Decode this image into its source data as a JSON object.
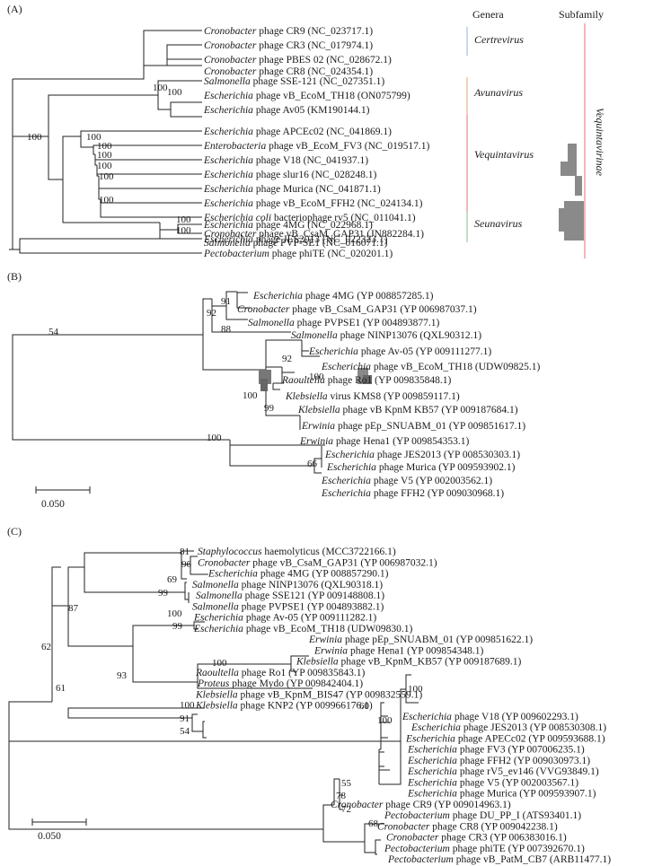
{
  "panel_a": {
    "label": "(A)",
    "col_genera": "Genera",
    "col_subfamily": "Subfamily",
    "subfamily_name": "Vequintavirinae",
    "taxa": [
      {
        "g": "Cronobacter",
        "r": " phage CR9 (NC_023717.1)"
      },
      {
        "g": "Cronobacter",
        "r": " phage CR3 (NC_017974.1)"
      },
      {
        "g": "Cronobacter",
        "r": " phage PBES 02 (NC_028672.1)"
      },
      {
        "g": "Cronobacter",
        "r": " phage CR8 (NC_024354.1)"
      },
      {
        "g": "Salmonella",
        "r": " phage SSE-121 (NC_027351.1)"
      },
      {
        "g": "Escherichia",
        "r": " phage vB_EcoM_TH18 (ON075799)"
      },
      {
        "g": "Escherichia",
        "r": " phage Av05 (KM190144.1)"
      },
      {
        "g": "Escherichia",
        "r": " phage APCEc02 (NC_041869.1)"
      },
      {
        "g": "Enterobacteria",
        "r": " phage vB_EcoM_FV3 (NC_019517.1)"
      },
      {
        "g": "Escherichia",
        "r": " phage V18 (NC_041937.1)"
      },
      {
        "g": "Escherichia",
        "r": " phage slur16 (NC_028248.1)"
      },
      {
        "g": "Escherichia",
        "r": " phage Murica (NC_041871.1)"
      },
      {
        "g": "Escherichia",
        "r": " phage vB_EcoM_FFH2 (NC_024134.1)"
      },
      {
        "g": "Escherichia coli",
        "r": " bacteriophage rv5 (NC_011041.1)"
      },
      {
        "g": "Escherichia",
        "r": " phage JES2013 (NC_022323.1)"
      },
      {
        "g": "Escherichia",
        "r": " phage 4MG (NC_022968.1)"
      },
      {
        "g": "Cronobacter",
        "r": " phage vB_CsaM_GAP31 (JN882284.1)"
      },
      {
        "g": "Salmonella",
        "r": " phage PVP-SE1 (NC_016071.1)"
      },
      {
        "g": "Pectobacterium",
        "r": " phage phiTE (NC_020201.1)"
      }
    ],
    "genera": [
      "Certrevirus",
      "Avunavirus",
      "Vequintavirus",
      "Seunavirus"
    ],
    "genera_colors": [
      "#8fb3dc",
      "#e8a07a",
      "#e07070",
      "#7fc47f"
    ],
    "bootstraps": [
      "100",
      "100",
      "100",
      "100",
      "100",
      "100",
      "100",
      "100",
      "100",
      "100",
      "100"
    ]
  },
  "panel_b": {
    "label": "(B)",
    "scale_label": "0.050",
    "taxa": [
      {
        "g": "Escherichia",
        "r": " phage 4MG (YP 008857285.1)"
      },
      {
        "g": "Cronobacter",
        "r": " phage vB_CsaM_GAP31 (YP 006987037.1)"
      },
      {
        "g": "Salmonella",
        "r": " phage PVPSE1 (YP 004893877.1)"
      },
      {
        "g": "Salmonella",
        "r": " phage NINP13076 (QXL90312.1)"
      },
      {
        "g": "Escherichia",
        "r": " phage Av-05 (YP 009111277.1)"
      },
      {
        "g": "Escherichia",
        "r": " phage vB_EcoM_TH18 (UDW09825.1)"
      },
      {
        "g": "Raoultella",
        "r": " phage Ro1 (YP 009835848.1)"
      },
      {
        "g": "Klebsiella",
        "r": " virus KMS8 (YP 009859117.1)"
      },
      {
        "g": "Klebsiella",
        "r": " phage vB KpnM KB57 (YP 009187684.1)"
      },
      {
        "g": "Erwinia",
        "r": " phage pEp_SNUABM_01 (YP 009851617.1)"
      },
      {
        "g": "Erwinia",
        "r": " phage Hena1 (YP 009854353.1)"
      },
      {
        "g": "Escherichia",
        "r": " phage JES2013 (YP 008530303.1)"
      },
      {
        "g": "Escherichia",
        "r": " phage Murica (YP 009593902.1)"
      },
      {
        "g": "Escherichia",
        "r": " phage V5 (YP 002003562.1)"
      },
      {
        "g": "Escherichia",
        "r": " phage FFH2 (YP 009030968.1)"
      }
    ],
    "bootstraps": [
      "91",
      "92",
      "88",
      "54",
      "92",
      "100",
      "100",
      "99",
      "100",
      "66"
    ]
  },
  "panel_c": {
    "label": "(C)",
    "scale_label": "0.050",
    "taxa": [
      {
        "g": "Staphylococcus",
        "r": " haemolyticus (MCC3722166.1)"
      },
      {
        "g": "Cronobacter",
        "r": " phage vB_CsaM_GAP31 (YP 006987032.1)"
      },
      {
        "g": "Escherichia",
        "r": " phage 4MG (YP 008857290.1)"
      },
      {
        "g": "Salmonella",
        "r": " phage NINP13076 (QXL90318.1)"
      },
      {
        "g": "Salmonella",
        "r": " phage SSE121 (YP 009148808.1)"
      },
      {
        "g": "Salmonella",
        "r": " phage PVPSE1 (YP 004893882.1)"
      },
      {
        "g": "Escherichia",
        "r": " phage Av-05 (YP 009111282.1)"
      },
      {
        "g": "Escherichia",
        "r": " phage vB_EcoM_TH18 (UDW09830.1)"
      },
      {
        "g": "Erwinia",
        "r": " phage pEp_SNUABM_01 (YP 009851622.1)"
      },
      {
        "g": "Erwinia",
        "r": " phage Hena1 (YP 009854348.1)"
      },
      {
        "g": "Klebsiella",
        "r": " phage vB_KpnM_KB57 (YP 009187689.1)"
      },
      {
        "g": "Raoultella",
        "r": " phage Ro1 (YP 009835843.1)"
      },
      {
        "g": "Proteus",
        "r": " phage Mydo (YP 009842404.1)"
      },
      {
        "g": "Klebsiella",
        "r": " phage vB_KpnM_BIS47 (YP 009832559.1)"
      },
      {
        "g": "Klebsiella",
        "r": " phage KNP2 (YP 009966176.1)"
      },
      {
        "g": "Escherichia",
        "r": " phage V18 (YP 009602293.1)"
      },
      {
        "g": "Escherichia",
        "r": " phage JES2013 (YP 008530308.1)"
      },
      {
        "g": "Escherichia",
        "r": " phage APECc02 (YP 009593688.1)"
      },
      {
        "g": "Escherichia",
        "r": " phage FV3 (YP 007006235.1)"
      },
      {
        "g": "Escherichia",
        "r": " phage FFH2 (YP 009030973.1)"
      },
      {
        "g": "Escherichia",
        "r": " phage rV5_ev146 (VVG93849.1)"
      },
      {
        "g": "Escherichia",
        "r": " phage V5 (YP 002003567.1)"
      },
      {
        "g": "Escherichia",
        "r": " phage Murica (YP 009593907.1)"
      },
      {
        "g": "Cronobacter",
        "r": " phage CR9 (YP 009014963.1)"
      },
      {
        "g": "Pectobacterium",
        "r": " phage DU_PP_I (ATS93401.1)"
      },
      {
        "g": "Cronobacter",
        "r": " phage CR8 (YP 009042238.1)"
      },
      {
        "g": "Cronobacter",
        "r": " phage CR3 (YP 006383016.1)"
      },
      {
        "g": "Pectobacterium",
        "r": " phage phiTE (YP 007392670.1)"
      },
      {
        "g": "Pectobacterium",
        "r": " phage vB_PatM_CB7 (ARB11477.1)"
      }
    ],
    "bootstraps": [
      "81",
      "96",
      "69",
      "99",
      "87",
      "100",
      "99",
      "62",
      "100",
      "93",
      "61",
      "100",
      "91",
      "54",
      "100",
      "60",
      "100",
      "55",
      "78",
      "72",
      "68"
    ]
  }
}
